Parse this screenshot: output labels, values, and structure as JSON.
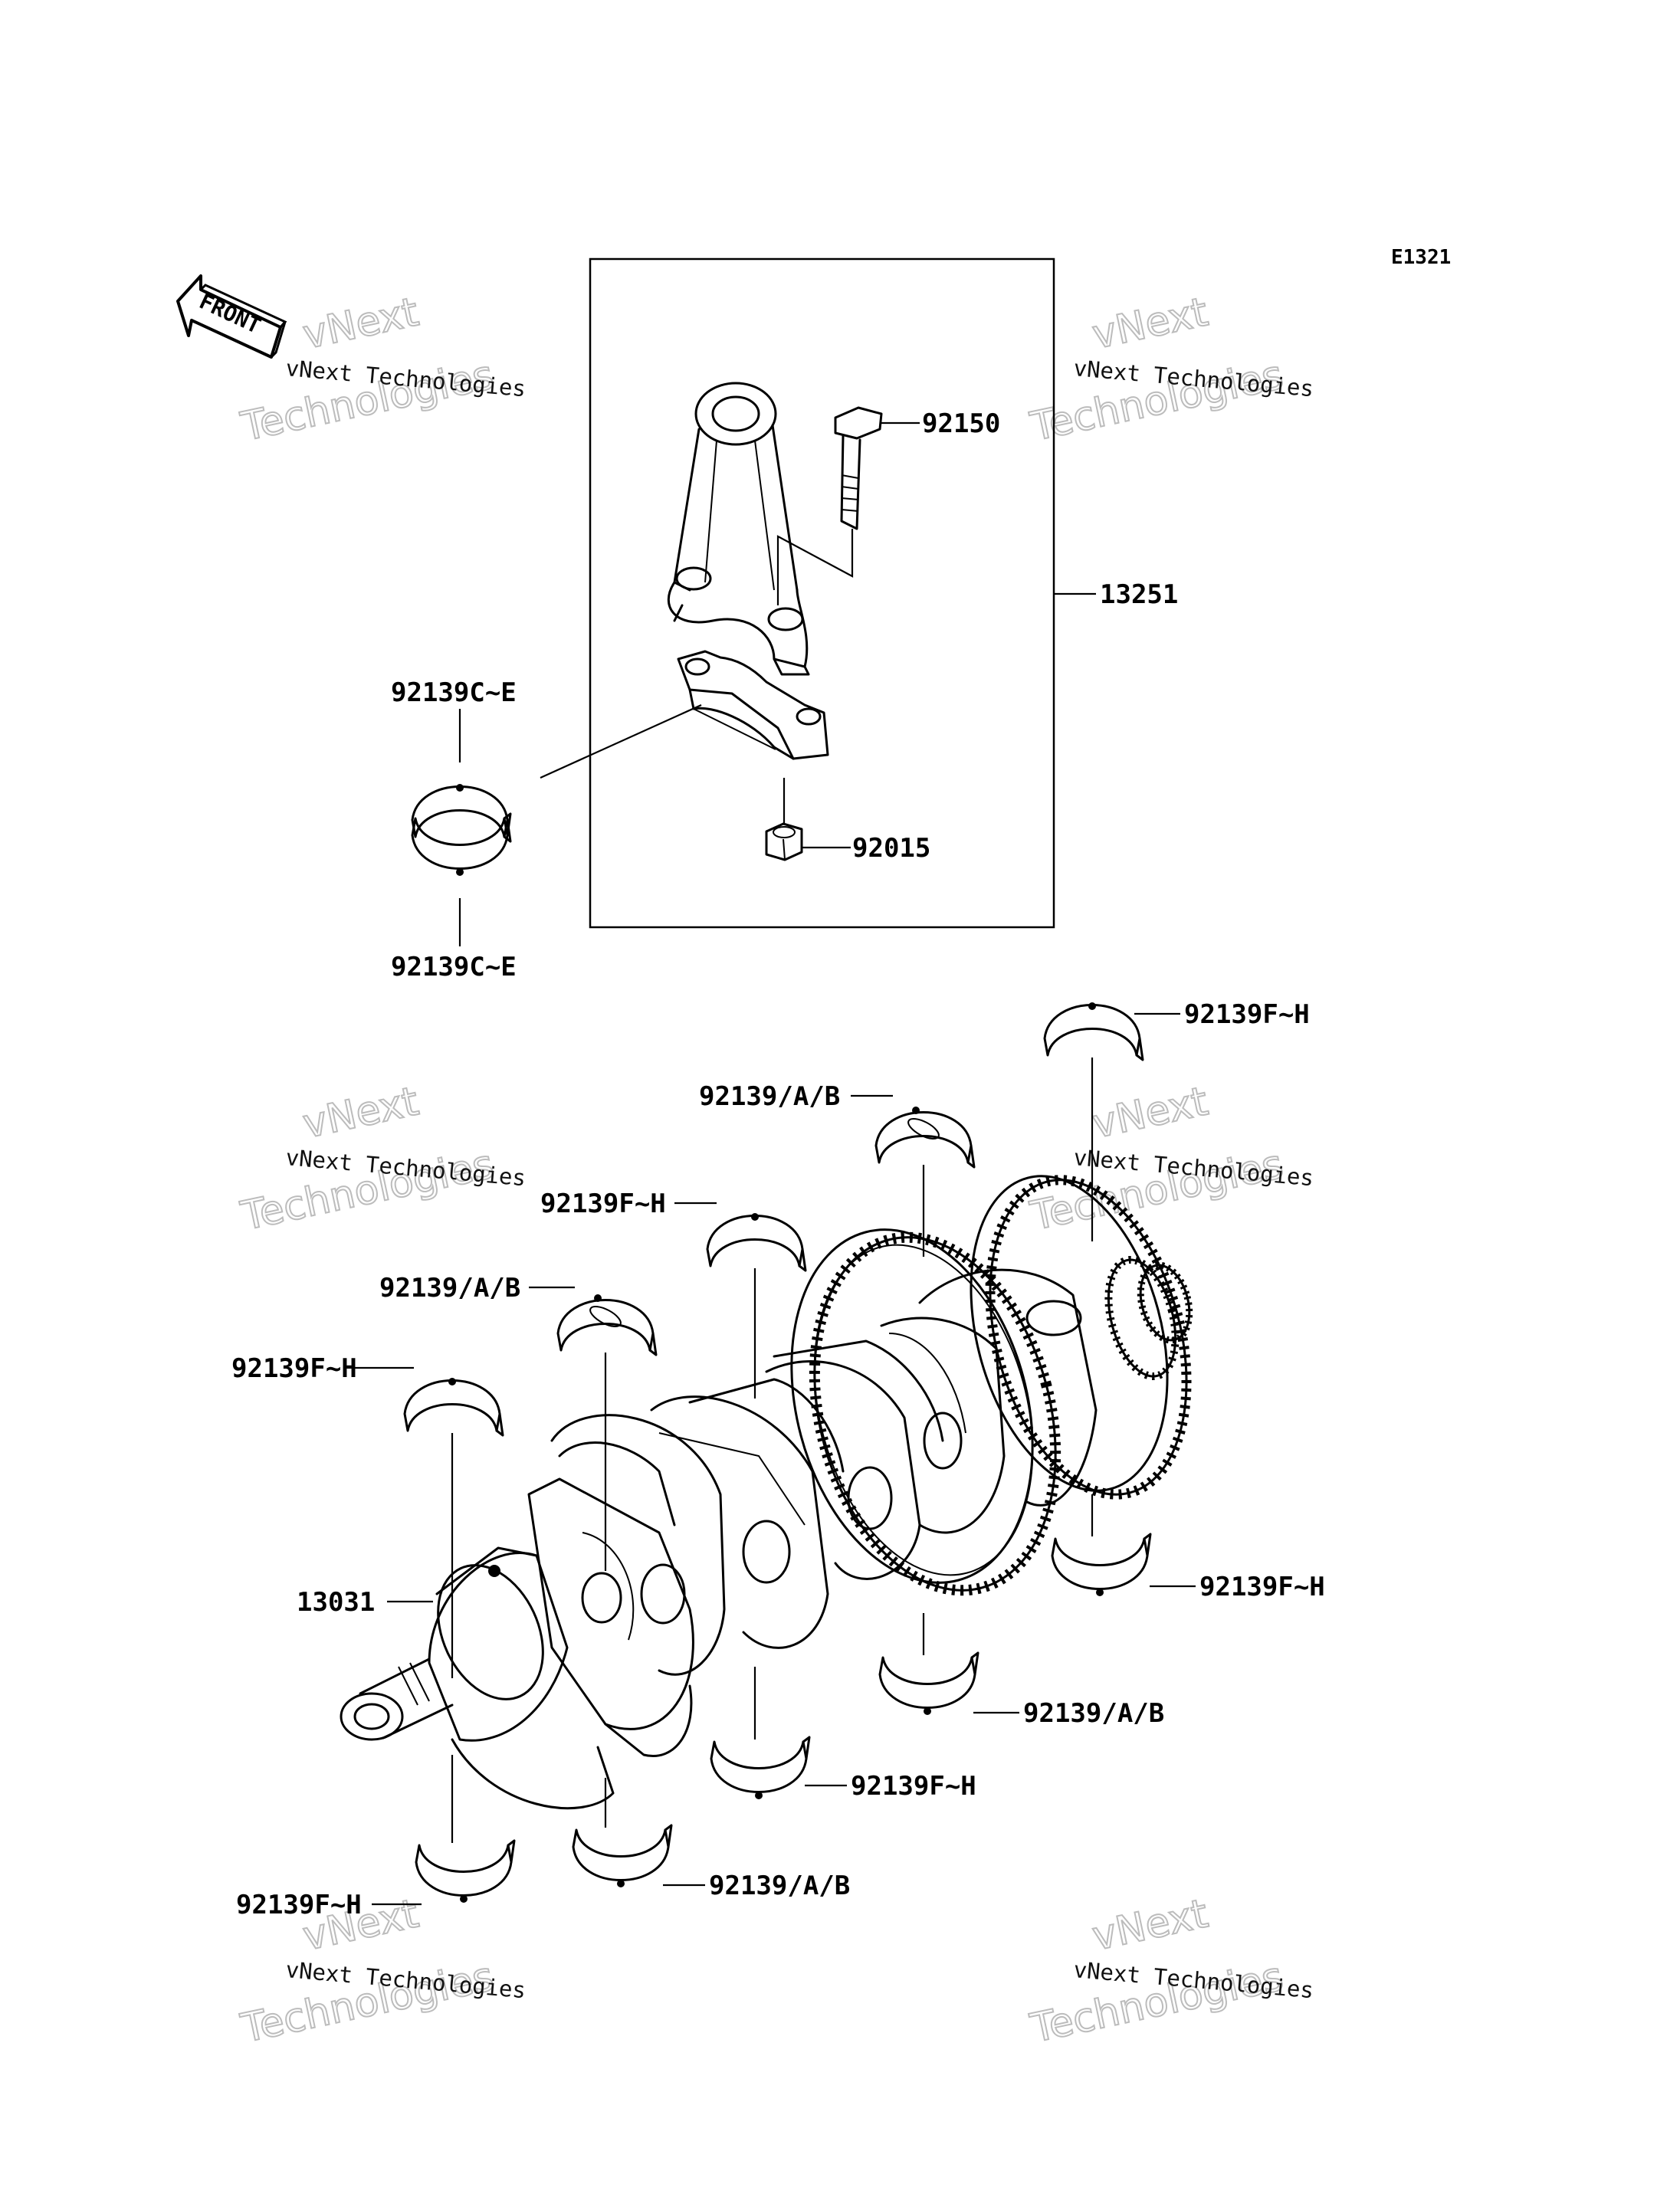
{
  "diagram_code": "E1321",
  "front_label": "FRONT",
  "watermark": {
    "line_small": "vNext Technologies",
    "line_top": "vNext",
    "line_bottom": "Technologies"
  },
  "callouts": {
    "bolt": "92150",
    "conrod_assy": "13251",
    "nut": "92015",
    "conrod_bearing_upper": "92139C~E",
    "conrod_bearing_lower": "92139C~E",
    "crankshaft": "13031",
    "main_bearing_1_upper": "92139F~H",
    "main_bearing_2_upper": "92139/A/B",
    "main_bearing_3_upper": "92139F~H",
    "main_bearing_4_upper": "92139/A/B",
    "main_bearing_5_upper": "92139F~H",
    "main_bearing_1_lower": "92139F~H",
    "main_bearing_2_lower": "92139/A/B",
    "main_bearing_3_lower": "92139F~H",
    "main_bearing_4_lower": "92139/A/B",
    "main_bearing_5_lower": "92139F~H"
  }
}
